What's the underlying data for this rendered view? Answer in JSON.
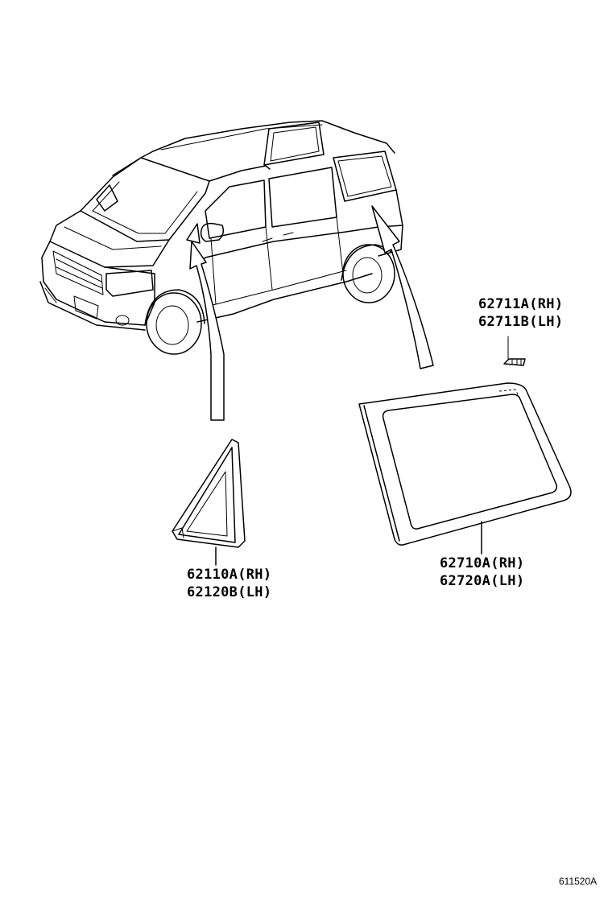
{
  "labels": {
    "rear_quarter_glass": {
      "rh": "62710A(RH)",
      "lh": "62720A(LH)"
    },
    "front_quarter_glass": {
      "rh": "62110A(RH)",
      "lh": "62120B(LH)"
    },
    "quarter_glass_spacer": {
      "rh": "62711A(RH)",
      "lh": "62711B(LH)"
    }
  },
  "illustration_code": "611520A"
}
